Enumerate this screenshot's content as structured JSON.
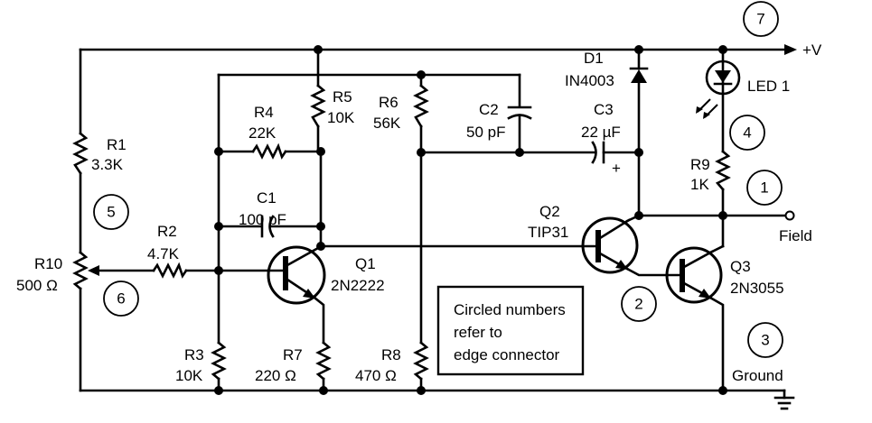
{
  "diagram": {
    "type": "circuit schematic",
    "supply_label": "+V",
    "field_label": "Field",
    "ground_label": "Ground",
    "note": [
      "Circled numbers",
      "refer to",
      "edge connector"
    ],
    "connectors": [
      "1",
      "2",
      "3",
      "4",
      "5",
      "6",
      "7"
    ],
    "components": {
      "R1": {
        "name": "R1",
        "value": "3.3K"
      },
      "R2": {
        "name": "R2",
        "value": "4.7K"
      },
      "R3": {
        "name": "R3",
        "value": "10K"
      },
      "R4": {
        "name": "R4",
        "value": "22K"
      },
      "R5": {
        "name": "R5",
        "value": "10K"
      },
      "R6": {
        "name": "R6",
        "value": "56K"
      },
      "R7": {
        "name": "R7",
        "value": "220 Ω"
      },
      "R8": {
        "name": "R8",
        "value": "470 Ω"
      },
      "R9": {
        "name": "R9",
        "value": "1K"
      },
      "R10": {
        "name": "R10",
        "value": "500 Ω"
      },
      "C1": {
        "name": "C1",
        "value": "100 pF"
      },
      "C2": {
        "name": "C2",
        "value": "50 pF"
      },
      "C3": {
        "name": "C3",
        "value": "22 µF",
        "polarity": "+"
      },
      "D1": {
        "name": "D1",
        "value": "IN4003"
      },
      "LED1": {
        "name": "LED 1"
      },
      "Q1": {
        "name": "Q1",
        "value": "2N2222"
      },
      "Q2": {
        "name": "Q2",
        "value": "TIP31"
      },
      "Q3": {
        "name": "Q3",
        "value": "2N3055"
      }
    }
  }
}
